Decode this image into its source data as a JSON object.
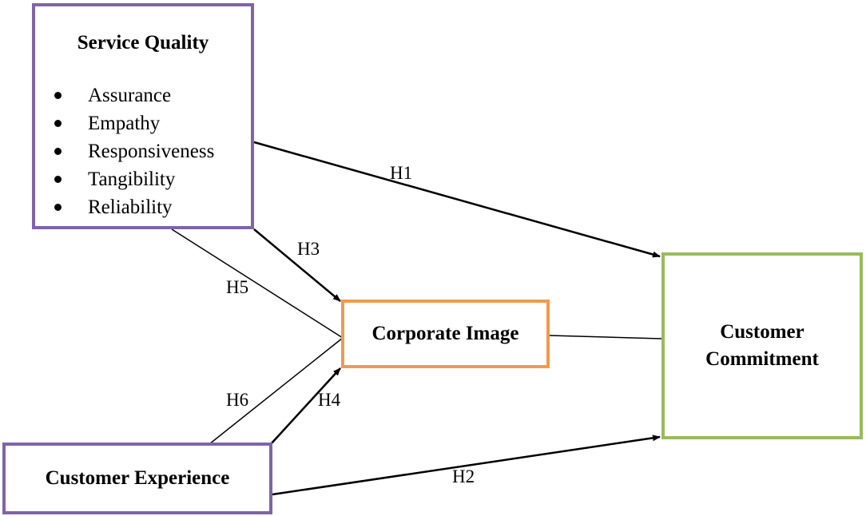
{
  "constructs": {
    "service_quality": {
      "title": "Service Quality",
      "dimensions": [
        "Assurance",
        "Empathy",
        "Responsiveness",
        "Tangibility",
        "Reliability"
      ]
    },
    "customer_experience": {
      "title": "Customer Experience"
    },
    "corporate_image": {
      "title": "Corporate Image"
    },
    "customer_commitment": {
      "title_line1": "Customer",
      "title_line2": "Commitment"
    }
  },
  "hypotheses": {
    "h1": "H1",
    "h2": "H2",
    "h3": "H3",
    "h4": "H4",
    "h5": "H5",
    "h6": "H6"
  },
  "colors": {
    "service_quality_border": "#7f64a8",
    "customer_experience_border": "#7f64a8",
    "corporate_image_border": "#f29a4b",
    "customer_commitment_border": "#9bbb59",
    "line": "#000000"
  }
}
